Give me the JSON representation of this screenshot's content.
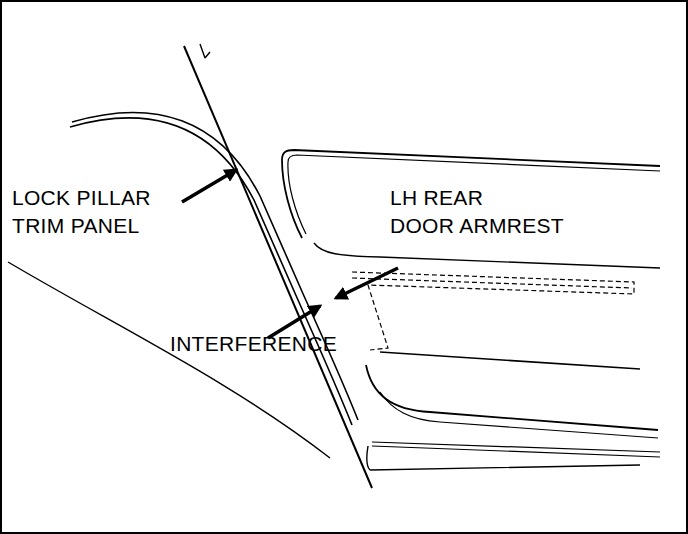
{
  "diagram": {
    "labels": [
      "LOCK PILLAR TRIM PANEL",
      "LH REAR DOOR ARMREST",
      "INTERFERENCE"
    ]
  }
}
